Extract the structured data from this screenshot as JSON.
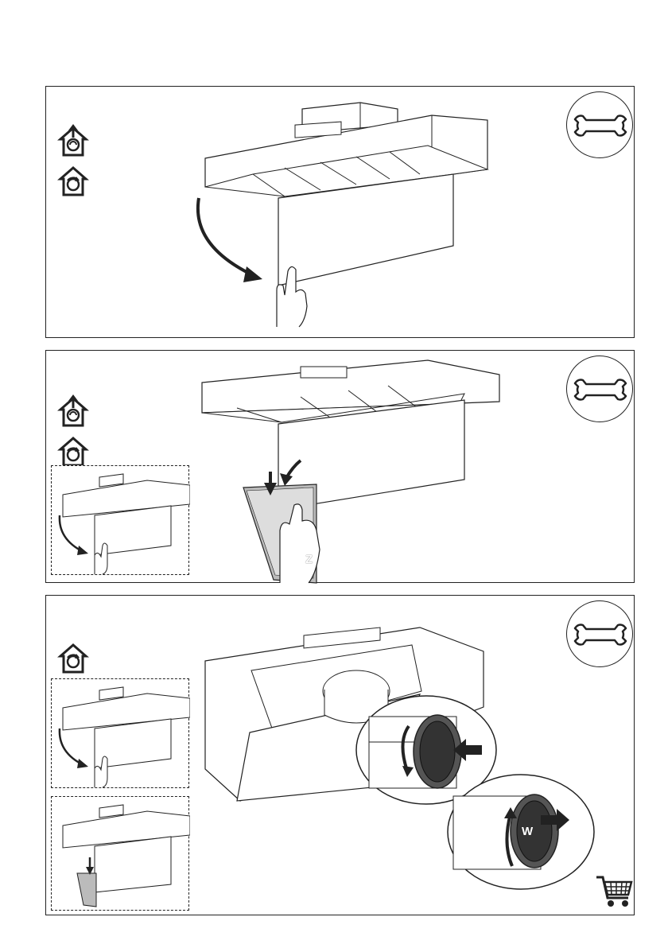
{
  "steps": [
    {
      "id": "1",
      "symbols": [
        "ducted-mode-icon",
        "recirculation-mode-icon"
      ],
      "tool": "wrench-icon"
    },
    {
      "id": "2",
      "symbols": [
        "ducted-mode-icon",
        "recirculation-mode-icon"
      ],
      "tool": "wrench-icon",
      "filter_letter": "Z"
    },
    {
      "id": "3",
      "symbols": [
        "recirculation-mode-icon"
      ],
      "tool": "wrench-icon",
      "filter_letter": "W"
    }
  ],
  "colors": {
    "line": "#222222",
    "fill_light": "#ffffff",
    "fill_dark": "#555555",
    "shade": "#bbbbbb"
  },
  "footer": {
    "icon": "shopping-cart-icon"
  }
}
